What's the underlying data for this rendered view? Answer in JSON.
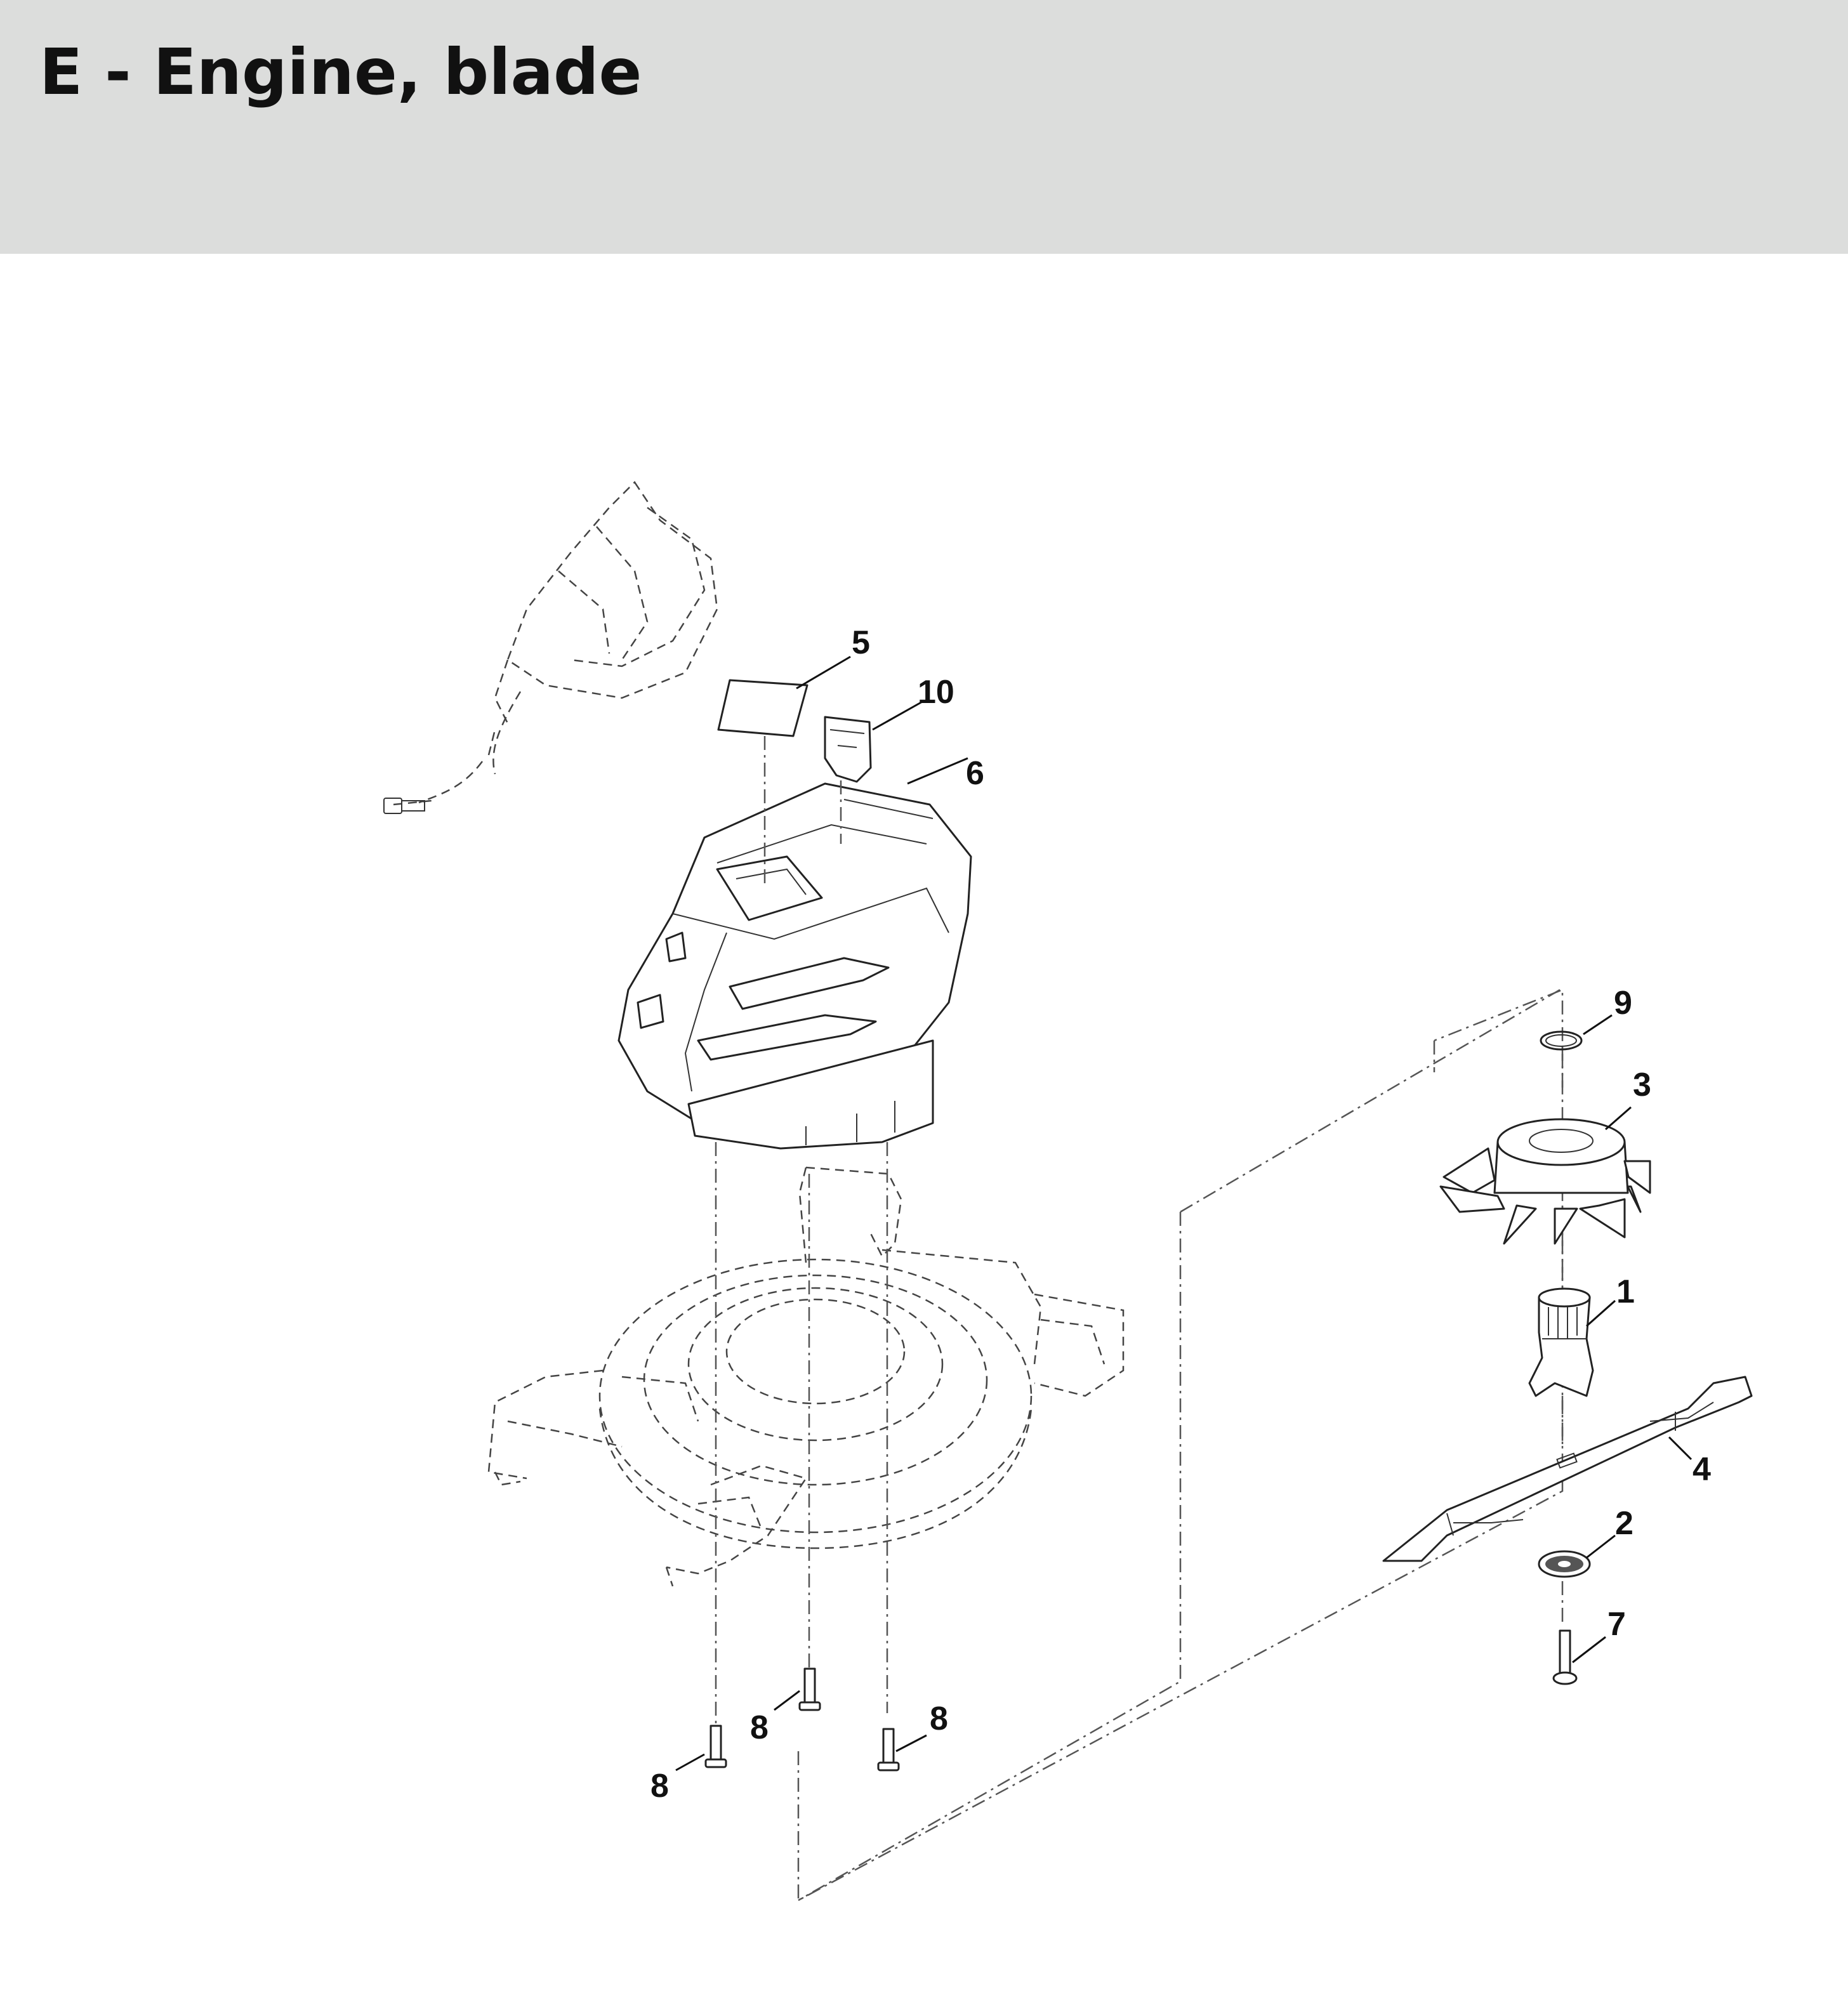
{
  "header": {
    "title": "E - Engine, blade"
  },
  "callouts": {
    "c1": "1",
    "c2": "2",
    "c3": "3",
    "c4": "4",
    "c5": "5",
    "c6": "6",
    "c7": "7",
    "c8a": "8",
    "c8b": "8",
    "c8c": "8",
    "c9": "9",
    "c10": "10"
  },
  "colors": {
    "header_bg": "#dcdddc",
    "line": "#222222"
  }
}
